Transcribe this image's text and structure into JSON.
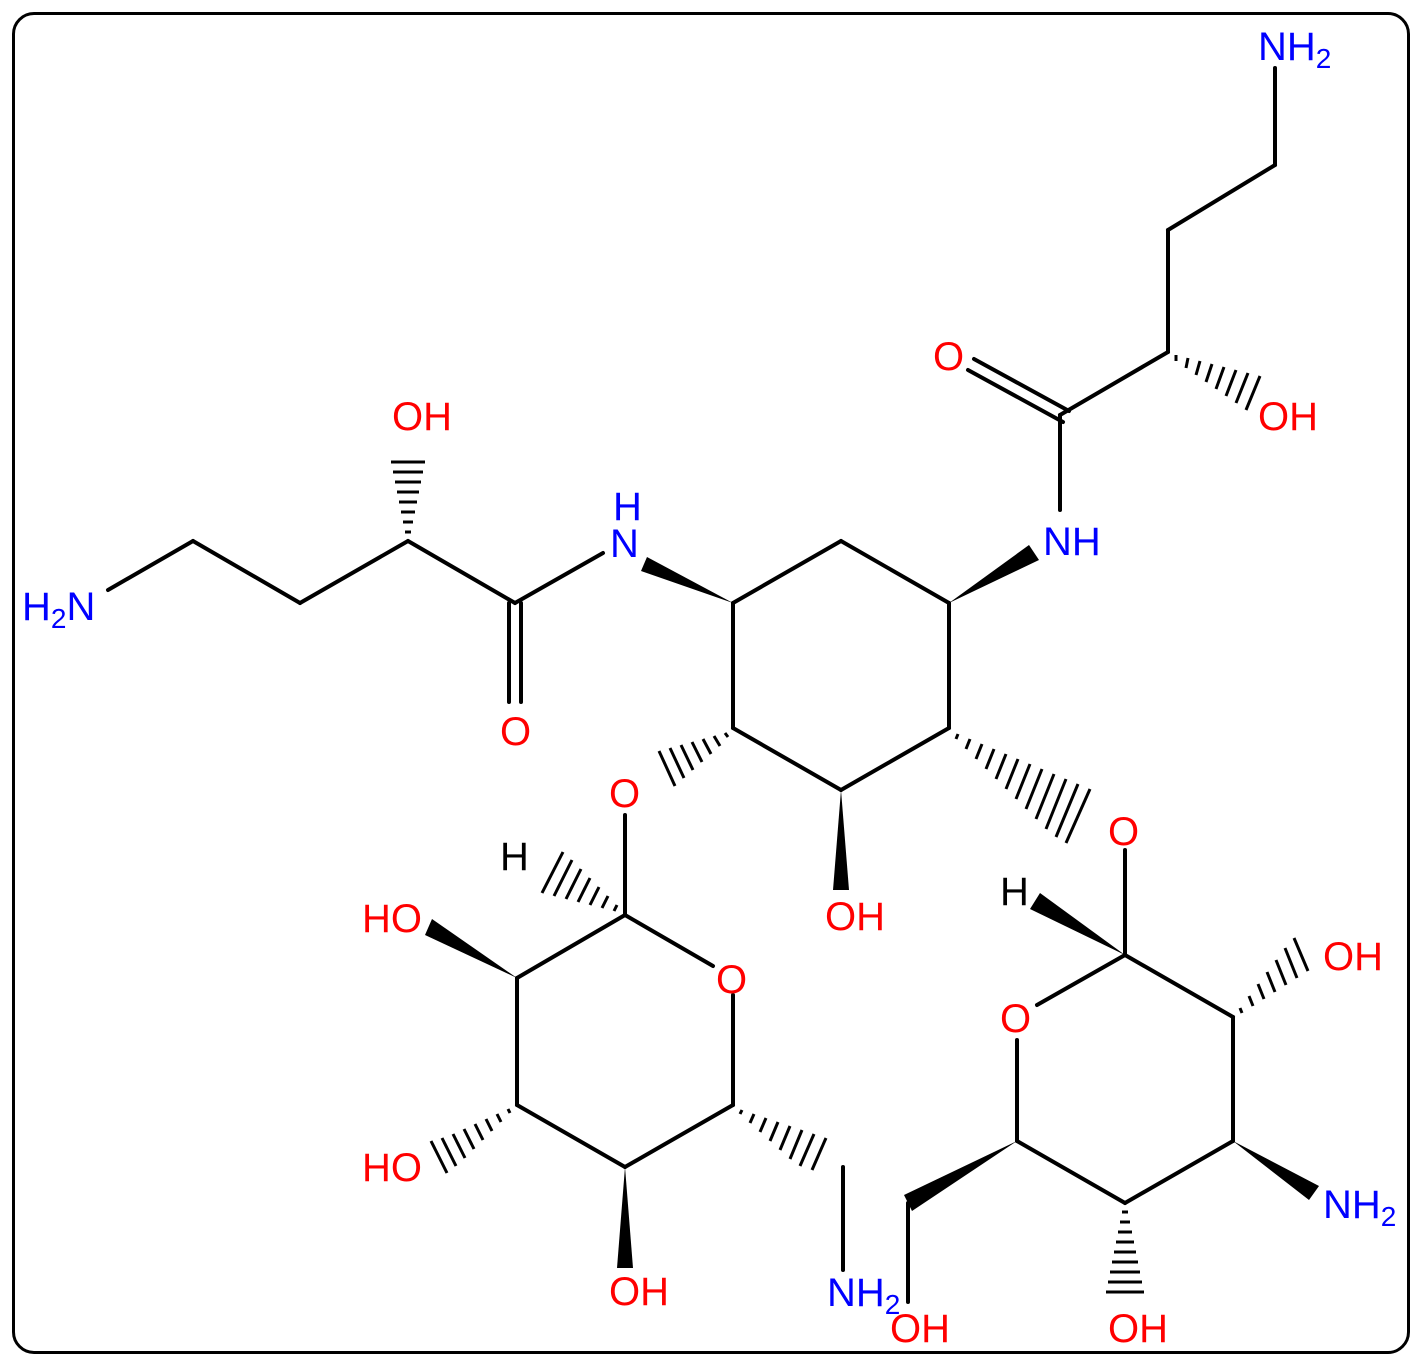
{
  "colors": {
    "oxygen": "#ff0000",
    "nitrogen": "#0000ff",
    "carbon": "#000000",
    "frame": "#000000"
  },
  "atoms": {
    "nh2_top_right": {
      "main": "NH",
      "sub": "2"
    },
    "o_carbonyl_right": {
      "main": "O"
    },
    "oh_side_right": {
      "main": "OH"
    },
    "nh_right": {
      "main": "NH"
    },
    "oh_side_left": {
      "main": "OH"
    },
    "h_nh_left": {
      "main": "H"
    },
    "n_left": {
      "main": "N"
    },
    "h2n_left": {
      "pre": "H",
      "sub": "2",
      "post": "N"
    },
    "o_carbonyl_left": {
      "main": "O"
    },
    "o_glycosidic_left": {
      "main": "O"
    },
    "oh_center": {
      "main": "OH"
    },
    "o_glycosidic_right": {
      "main": "O"
    },
    "h_anomeric_left": {
      "main": "H"
    },
    "ho_left_sugar_top": {
      "main": "HO"
    },
    "o_ring_left": {
      "main": "O"
    },
    "ho_left_sugar_mid": {
      "main": "HO"
    },
    "oh_left_sugar_bottom": {
      "main": "OH"
    },
    "nh2_left_sugar": {
      "main": "NH",
      "sub": "2"
    },
    "h_anomeric_right": {
      "main": "H"
    },
    "oh_right_sugar_top": {
      "main": "OH"
    },
    "o_ring_right": {
      "main": "O"
    },
    "nh2_right_sugar": {
      "main": "NH",
      "sub": "2"
    },
    "oh_right_sugar_ch2": {
      "main": "OH"
    },
    "oh_right_sugar_bottom": {
      "main": "OH"
    }
  }
}
